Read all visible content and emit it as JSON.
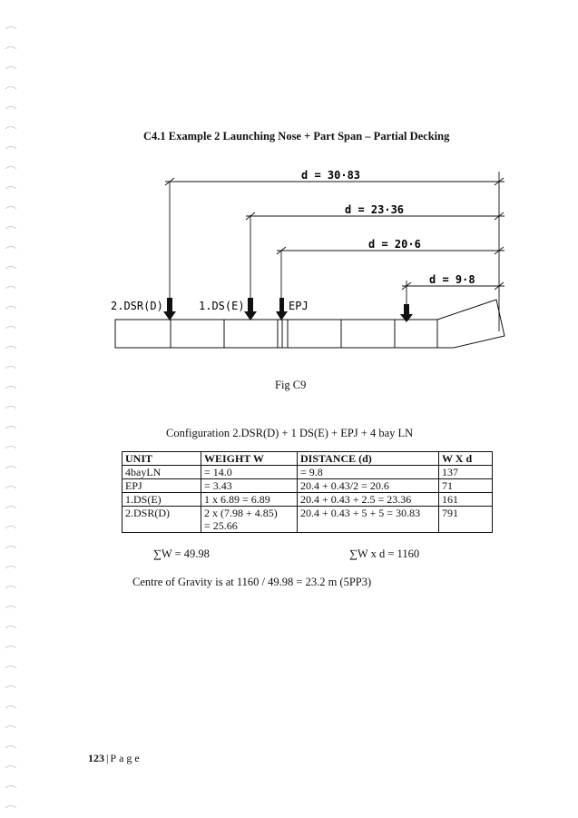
{
  "title": "C4.1 Example 2 Launching Nose + Part Span – Partial Decking",
  "figure": {
    "caption": "Fig C9",
    "loads": [
      {
        "label": "2.DSR(D)"
      },
      {
        "label": "1.DS(E)"
      },
      {
        "label": "EPJ"
      },
      {
        "label": ""
      }
    ],
    "dimensions": [
      {
        "label": "d = 30·83"
      },
      {
        "label": "d = 23·36"
      },
      {
        "label": "d = 20·6"
      },
      {
        "label": "d = 9·8"
      }
    ]
  },
  "configuration": "Configuration 2.DSR(D) + 1 DS(E) + EPJ + 4 bay LN",
  "table": {
    "headers": [
      "UNIT",
      "WEIGHT W",
      "DISTANCE (d)",
      "W X d"
    ],
    "rows": [
      {
        "unit": "4bayLN",
        "weight": "= 14.0",
        "weight2": "",
        "distance": "= 9.8",
        "wxd": "137"
      },
      {
        "unit": "EPJ",
        "weight": "= 3.43",
        "weight2": "",
        "distance": "20.4 + 0.43/2 = 20.6",
        "wxd": "71"
      },
      {
        "unit": "1.DS(E)",
        "weight": "1 x 6.89 = 6.89",
        "weight2": "",
        "distance": "20.4 + 0.43 + 2.5 = 23.36",
        "wxd": "161"
      },
      {
        "unit": "2.DSR(D)",
        "weight": "2 x (7.98 + 4.85)",
        "weight2": "= 25.66",
        "distance": "20.4 + 0.43 + 5 + 5 = 30.83",
        "wxd": "791"
      }
    ]
  },
  "sums": {
    "w": "∑W = 49.98",
    "wxd": "∑W x d = 1160"
  },
  "centre_of_gravity": "Centre of Gravity is at 1160 / 49.98 = 23.2 m (5PP3)",
  "footer": {
    "page_number": "123",
    "separator": "|",
    "page_word": "Page"
  }
}
